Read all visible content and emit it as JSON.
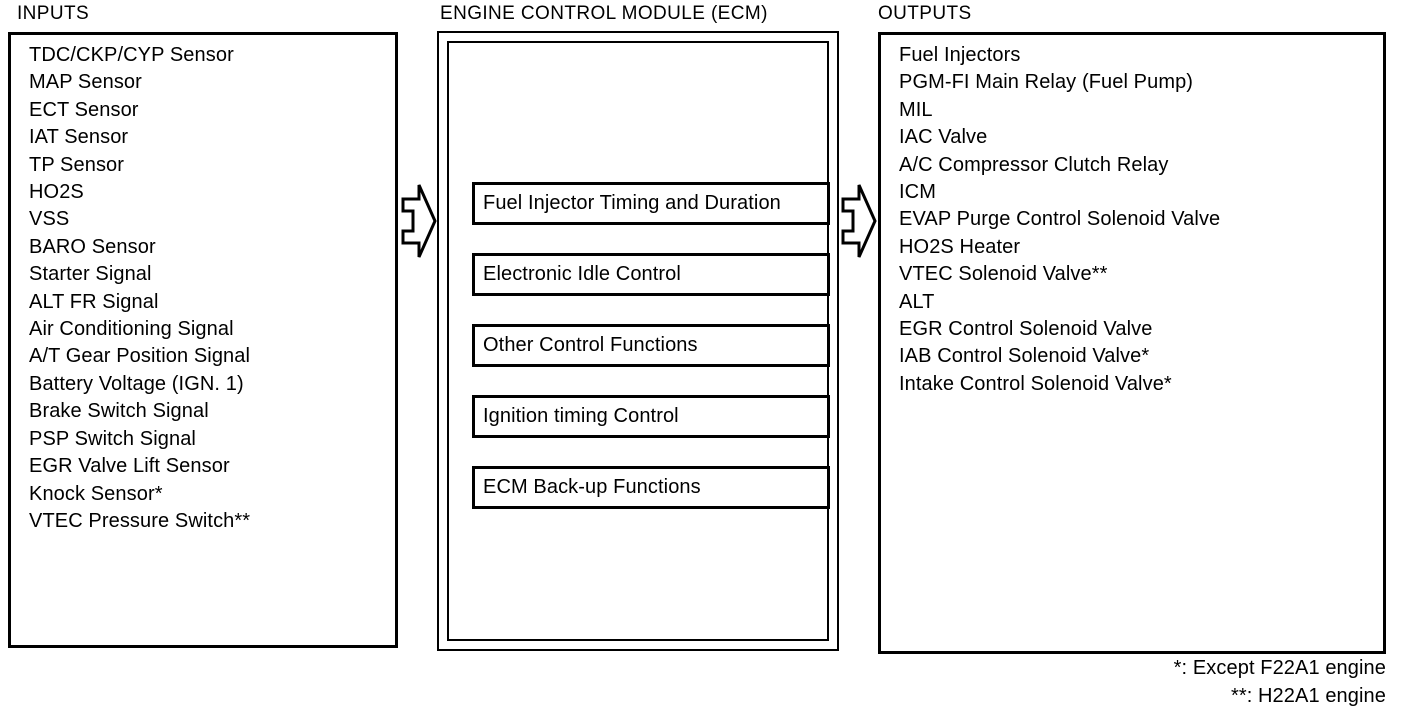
{
  "diagram": {
    "sections": {
      "inputs": {
        "heading": "INPUTS",
        "items": [
          "TDC/CKP/CYP Sensor",
          "MAP Sensor",
          "ECT Sensor",
          "IAT Sensor",
          "TP Sensor",
          "HO2S",
          "VSS",
          "BARO Sensor",
          "Starter Signal",
          "ALT FR Signal",
          "Air Conditioning Signal",
          "A/T Gear Position Signal",
          "Battery Voltage (IGN. 1)",
          "Brake Switch Signal",
          "PSP Switch Signal",
          "EGR Valve Lift Sensor",
          "Knock Sensor*",
          "VTEC Pressure Switch**"
        ]
      },
      "ecm": {
        "heading": "ENGINE CONTROL MODULE (ECM)",
        "functions": [
          "Fuel Injector Timing and Duration",
          "Electronic Idle Control",
          "Other Control Functions",
          "Ignition timing Control",
          "ECM Back-up Functions"
        ]
      },
      "outputs": {
        "heading": "OUTPUTS",
        "items": [
          "Fuel Injectors",
          "PGM-FI Main Relay (Fuel Pump)",
          "MIL",
          "IAC Valve",
          "A/C Compressor Clutch Relay",
          "ICM",
          "EVAP Purge Control Solenoid Valve",
          "HO2S Heater",
          "VTEC Solenoid Valve**",
          "ALT",
          "EGR Control Solenoid Valve",
          "IAB Control Solenoid Valve*",
          "Intake Control Solenoid Valve*"
        ]
      }
    },
    "arrows": [
      {
        "name": "inputs-to-ecm",
        "direction": "right"
      },
      {
        "name": "ecm-to-outputs",
        "direction": "right"
      }
    ],
    "footnotes": [
      "*: Except F22A1 engine",
      "**: H22A1 engine"
    ],
    "colors": {
      "line": "#000000",
      "background": "#ffffff",
      "text": "#000000"
    }
  }
}
